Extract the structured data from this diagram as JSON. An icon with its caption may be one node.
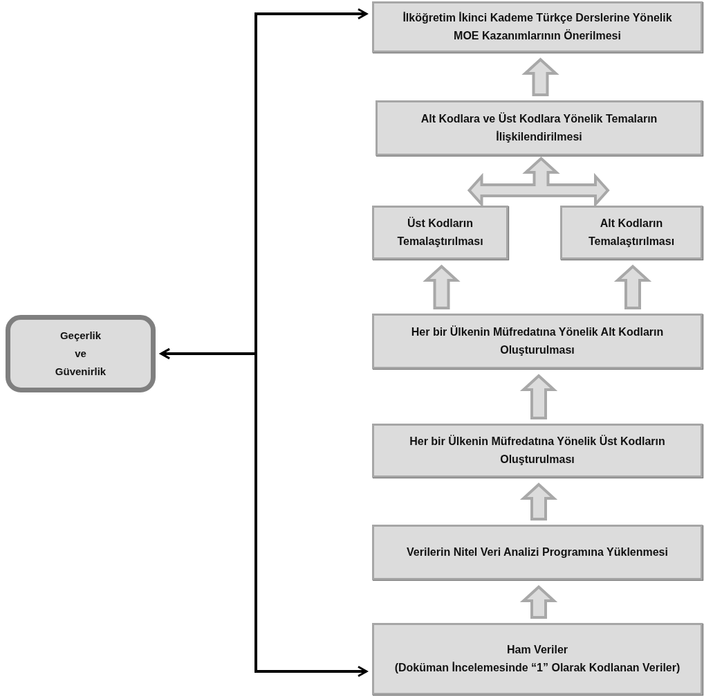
{
  "diagram": {
    "nodes": [
      {
        "text": [
          "İlköğretim İkinci Kademe Türkçe Derslerine Yönelik MOE Kazanımlarının Önerilmesi"
        ]
      },
      {
        "text": [
          "Alt Kodlara ve Üst Kodlara Yönelik Temaların İlişkilendirilmesi"
        ]
      },
      {
        "text": [
          "Üst Kodların Temalaştırılması"
        ]
      },
      {
        "text": [
          "Alt Kodların Temalaştırılması"
        ]
      },
      {
        "text": [
          "Her bir Ülkenin Müfredatına Yönelik Alt Kodların Oluşturulması"
        ]
      },
      {
        "text": [
          "Her bir Ülkenin Müfredatına Yönelik Üst Kodların Oluşturulması"
        ]
      },
      {
        "text": [
          "Verilerin Nitel Veri Analizi Programına Yüklenmesi"
        ]
      },
      {
        "text": [
          "Ham Veriler",
          "(Doküman İncelemesinde “1” Olarak Kodlanan Veriler)"
        ]
      },
      {
        "text": [
          "Geçerlik ve Güvenirlik"
        ]
      }
    ],
    "edges": [
      {
        "from": 7,
        "to": 6,
        "arrow": "to"
      },
      {
        "from": 6,
        "to": 5,
        "arrow": "to"
      },
      {
        "from": 5,
        "to": 4,
        "arrow": "to"
      },
      {
        "from": 4,
        "to": 2,
        "arrow": "to"
      },
      {
        "from": 4,
        "to": 3,
        "arrow": "to"
      },
      {
        "from": 2,
        "to": 1,
        "arrow": "both"
      },
      {
        "from": 3,
        "to": 1,
        "arrow": "both"
      },
      {
        "from": 1,
        "to": 0,
        "arrow": "to"
      },
      {
        "from": 0,
        "to": 8,
        "arrow": "both",
        "color": "#000000"
      },
      {
        "from": 7,
        "to": 8,
        "arrow": "both",
        "color": "#000000"
      }
    ]
  }
}
